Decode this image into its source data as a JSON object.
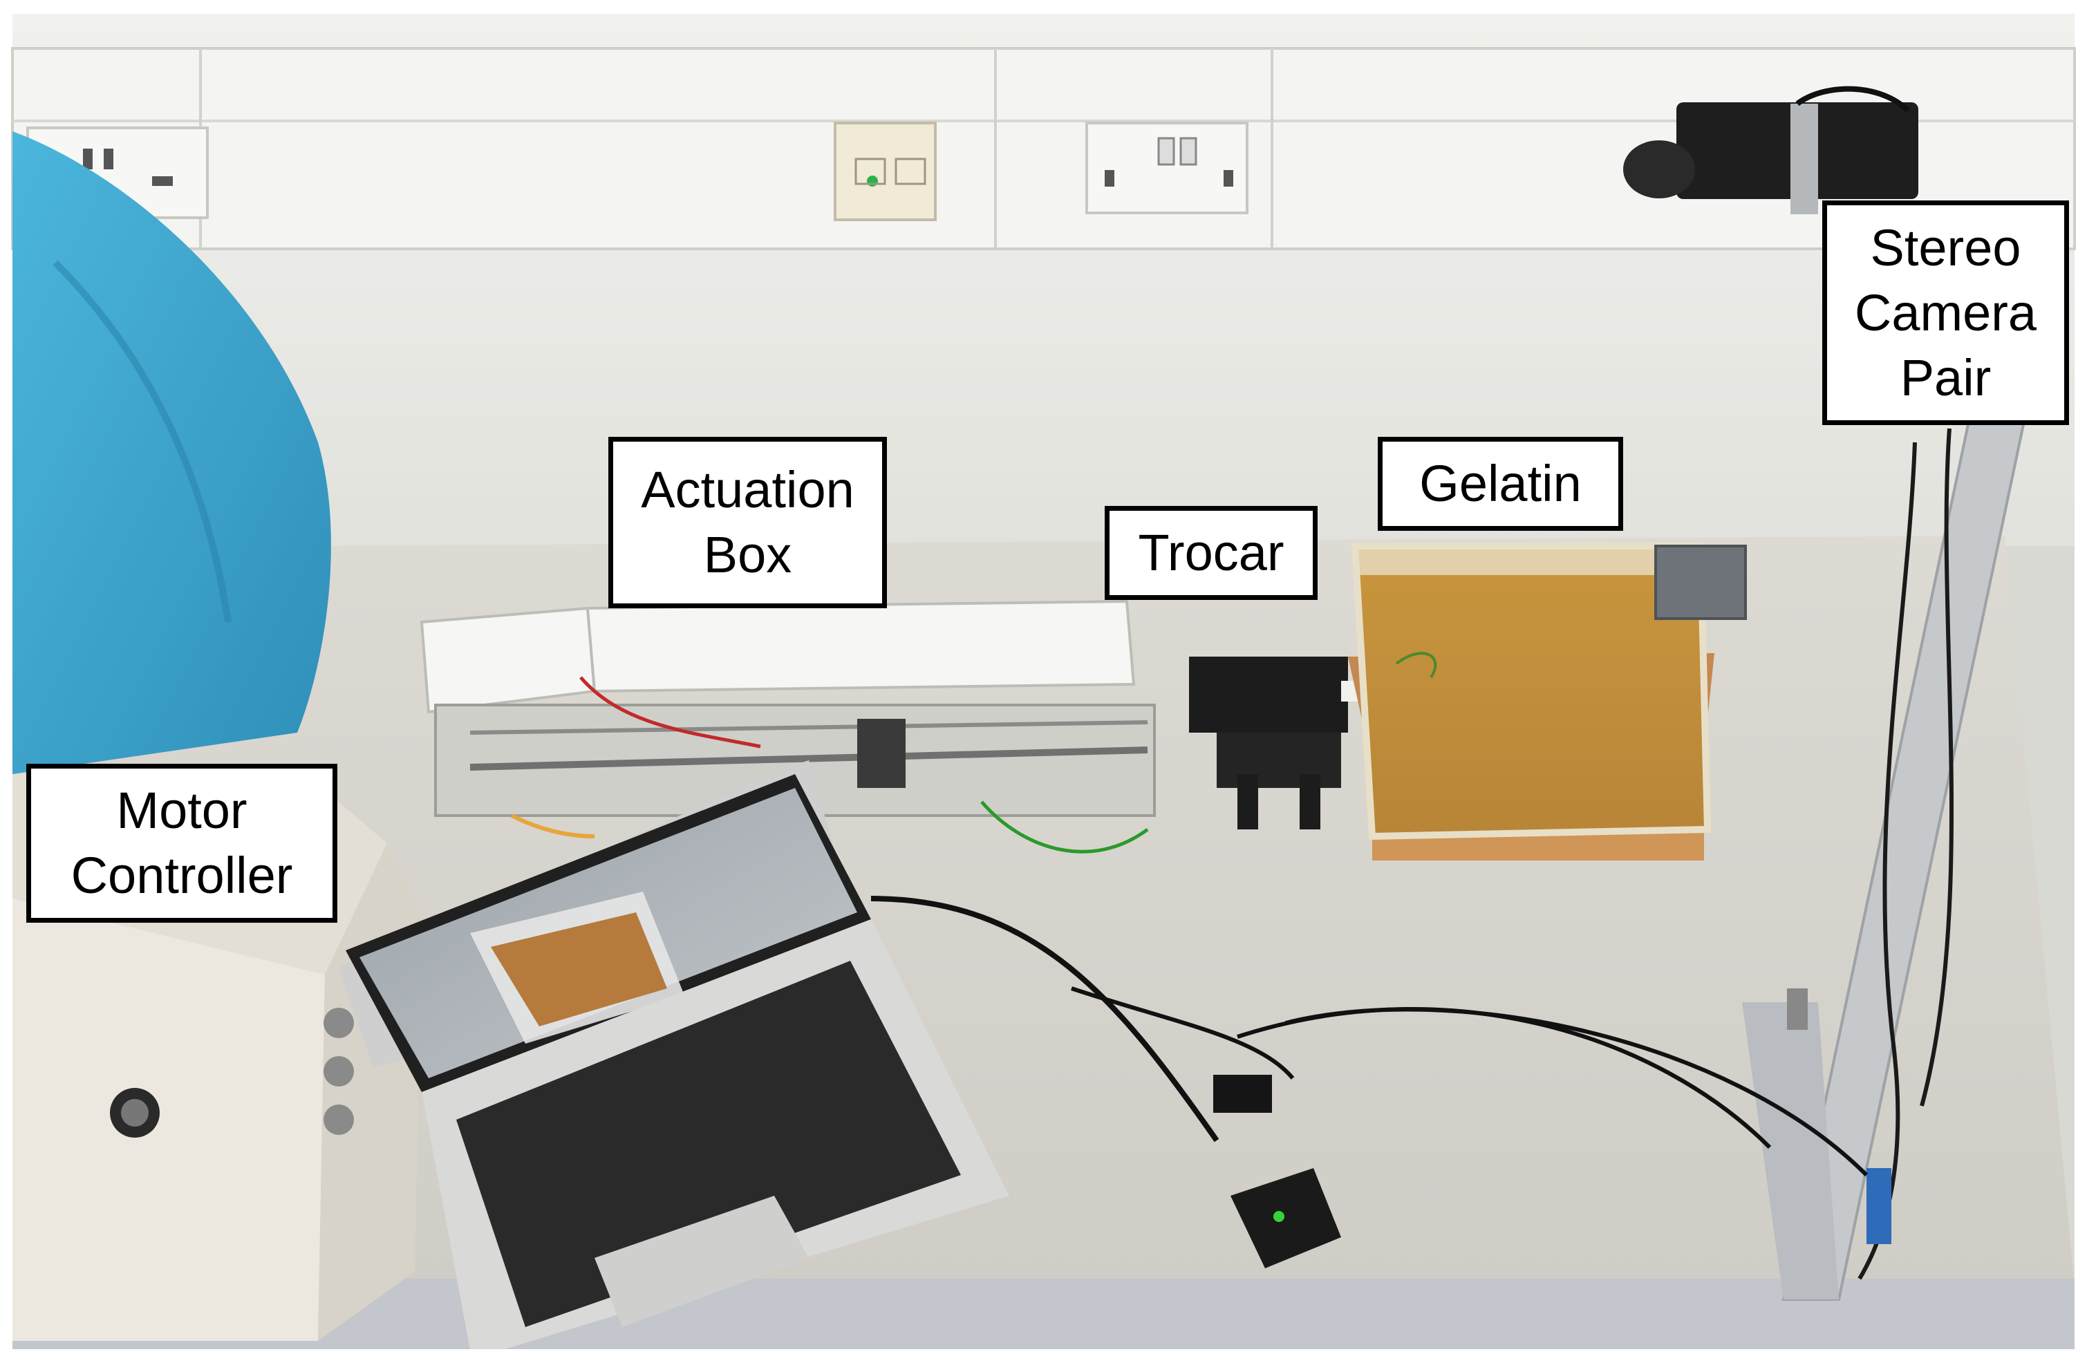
{
  "labels": {
    "stereo_camera": {
      "line1": "Stereo",
      "line2": "Camera",
      "line3": "Pair"
    },
    "actuation_box": {
      "line1": "Actuation",
      "line2": "Box"
    },
    "trocar": {
      "text": "Trocar"
    },
    "gelatin": {
      "text": "Gelatin"
    },
    "motor_controller": {
      "line1": "Motor",
      "line2": "Controller"
    }
  },
  "colors": {
    "wall": "#e9e9e4",
    "bench": "#d6d4cd",
    "blue_cloth": "#3aa6cf",
    "gelatin": "#c9963e",
    "wood_board": "#c98a4a",
    "frame_border": "#000000",
    "label_bg": "#ffffff"
  }
}
